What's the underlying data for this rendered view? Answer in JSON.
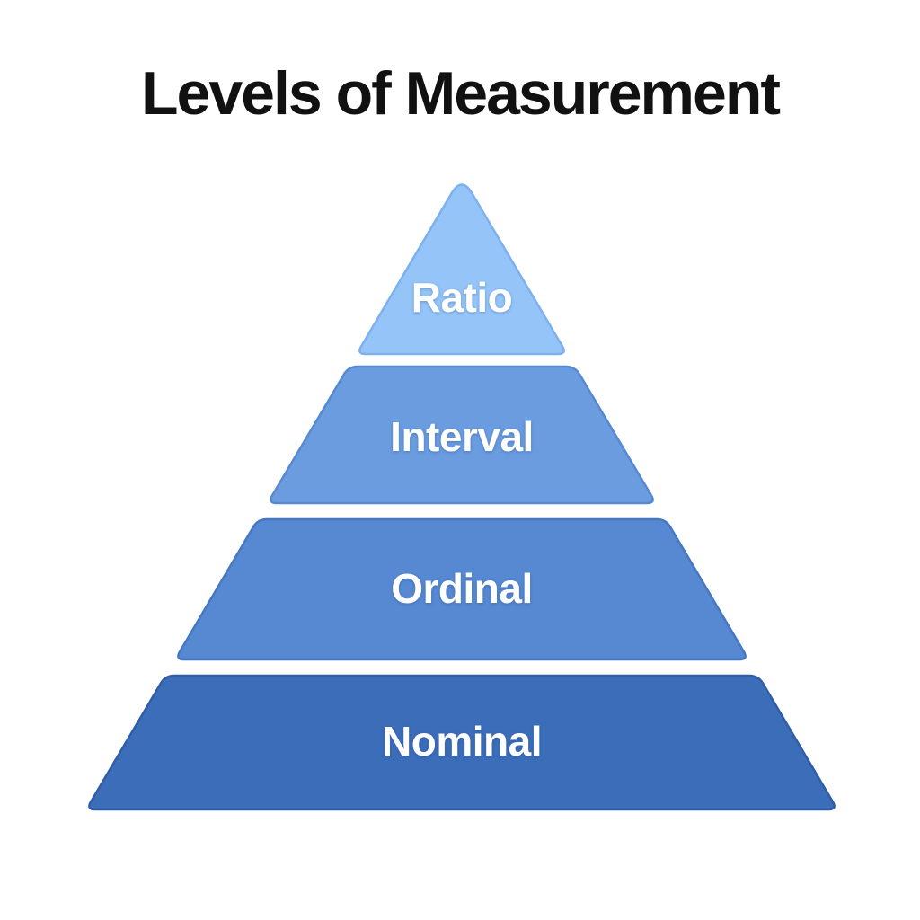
{
  "title": "Levels of Measurement",
  "diagram": {
    "type": "pyramid",
    "levels": [
      {
        "label": "Ratio",
        "fill": "#94C4F8",
        "stroke": "#7DB0EE"
      },
      {
        "label": "Interval",
        "fill": "#6A9CDF",
        "stroke": "#5689D2"
      },
      {
        "label": "Ordinal",
        "fill": "#5689D1",
        "stroke": "#4578C3"
      },
      {
        "label": "Nominal",
        "fill": "#3C6DB9",
        "stroke": "#2F5DA8"
      }
    ]
  },
  "colors": {
    "background": "#FFFFFF",
    "title_text": "#111111",
    "label_text": "#FFFFFF"
  }
}
